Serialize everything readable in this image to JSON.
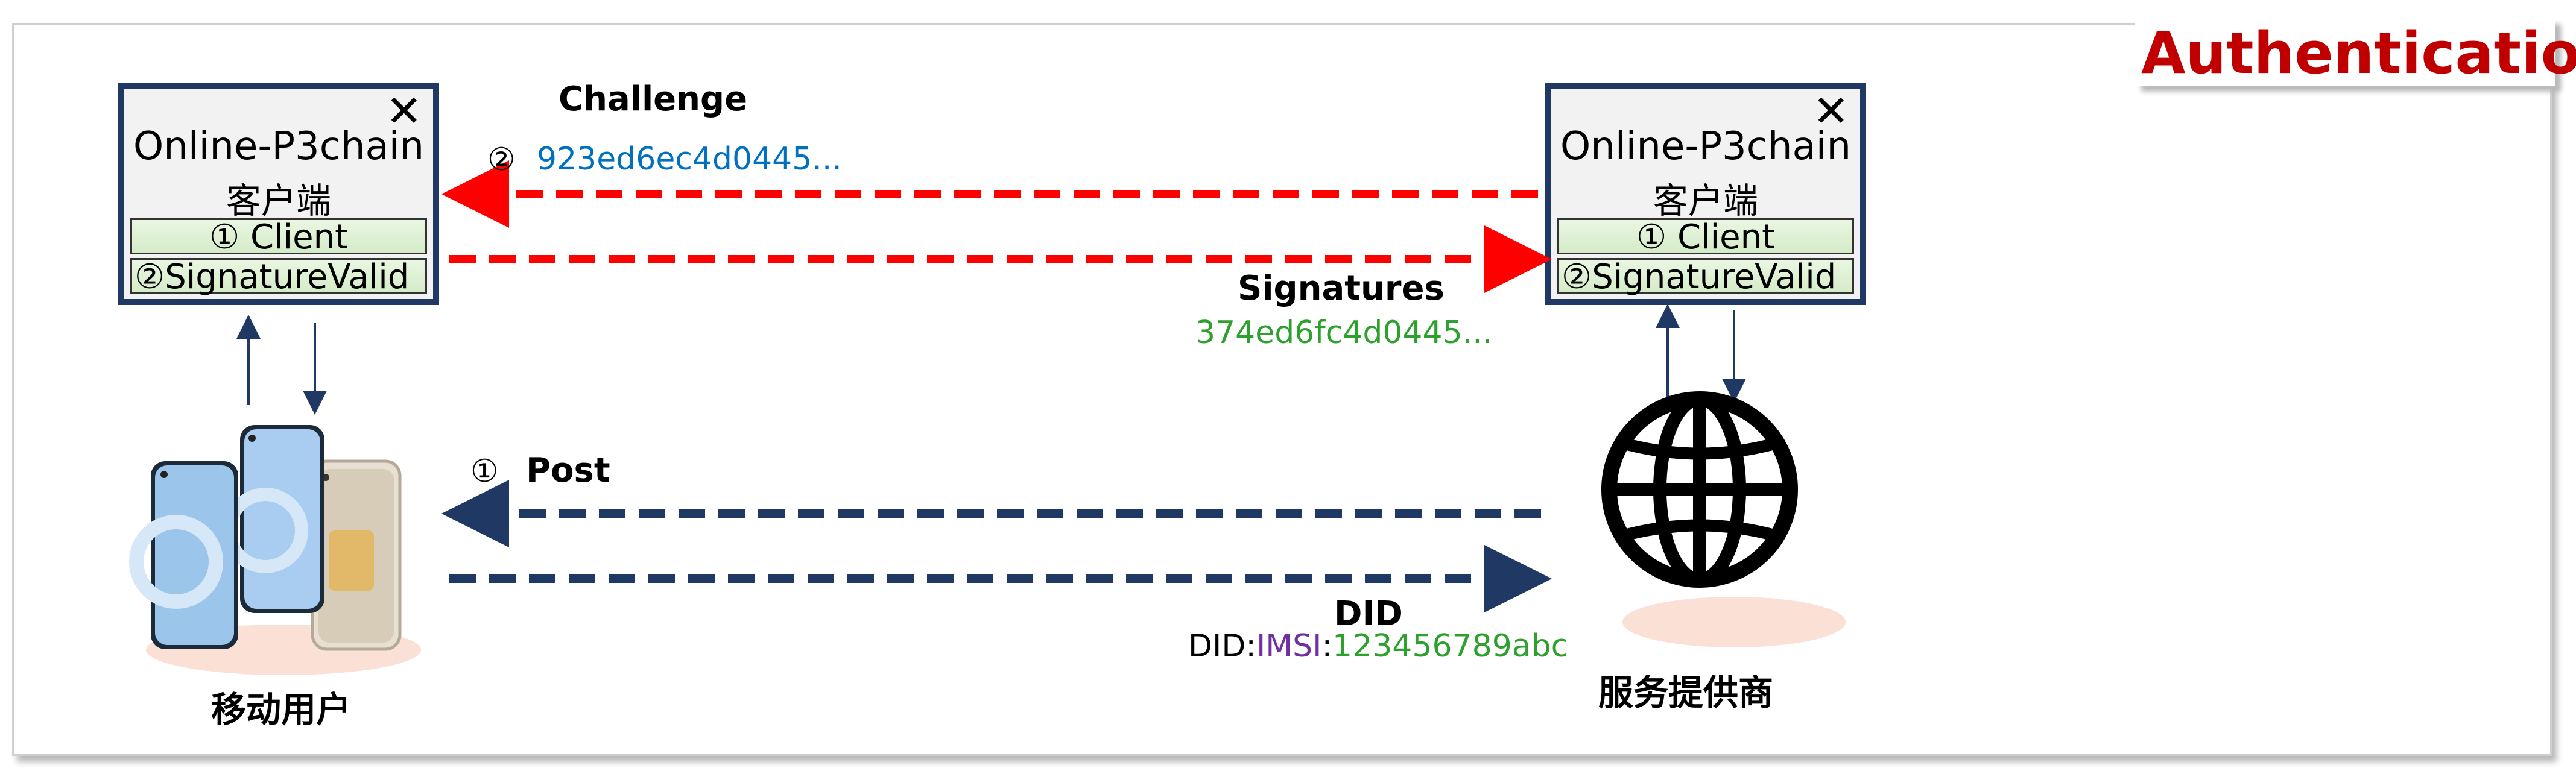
{
  "badge": {
    "label": "Authentication"
  },
  "left_panel": {
    "title": "Online-P3chain",
    "subtitle": "客户端",
    "item1": "①   Client",
    "item2": "②SignatureValid",
    "close": "✕"
  },
  "right_panel": {
    "title": "Online-P3chain",
    "subtitle": "客户端",
    "item1": "①   Client",
    "item2": "②SignatureValid",
    "close": "✕"
  },
  "challenge": {
    "label": "Challenge",
    "number": "②",
    "value": "923ed6ec4d0445..."
  },
  "signatures": {
    "label": "Signatures",
    "value": "374ed6fc4d0445..."
  },
  "post": {
    "number": "①",
    "label": "Post"
  },
  "did": {
    "label": "DID",
    "prefix": "DID",
    "sep1": ":",
    "method": "IMSI",
    "sep2": ":",
    "id": "123456789abc"
  },
  "mobile_user": {
    "label": "移动用户"
  },
  "provider": {
    "label": "服务提供商"
  },
  "colors": {
    "red": "#ff0000",
    "navy": "#1f3864",
    "blue_text": "#0070c0",
    "green_text": "#2ea02e",
    "purple_text": "#7030a0",
    "badge_red": "#c00000"
  }
}
